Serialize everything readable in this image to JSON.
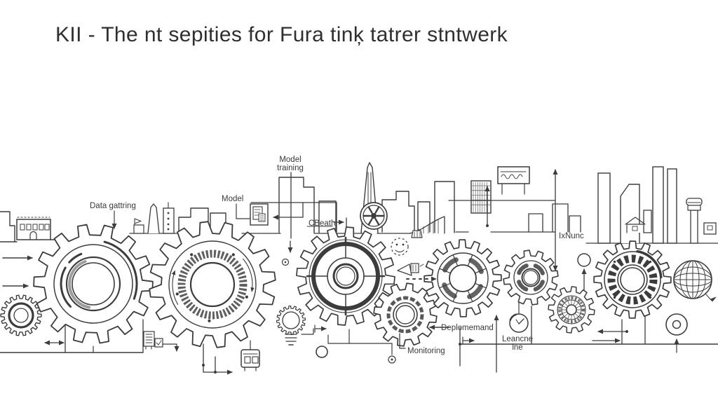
{
  "title": "KII - The nt sepities for Fura tinķ tatrer stntwerk",
  "labels": {
    "data_gathering": "Data gattring",
    "model": "Model",
    "model_training_1": "Model",
    "model_training_2": "training",
    "cbeath": "CBeath",
    "ixnunc": "IxNunc",
    "deployment": "Deplomemand",
    "monitoring": "Monitoring",
    "learning_1": "Leancne",
    "learning_2": "lne"
  },
  "colors": {
    "ink": "#3c3c3c",
    "background": "#ffffff"
  }
}
